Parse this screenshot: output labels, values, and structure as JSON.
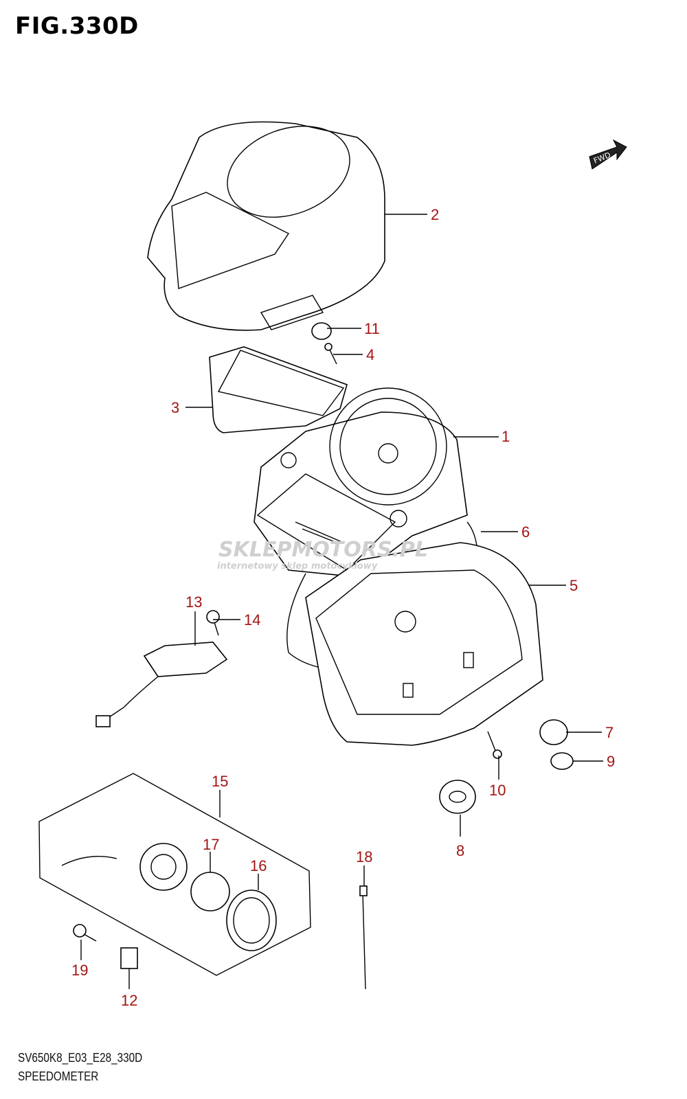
{
  "figure": {
    "title": "FIG.330D"
  },
  "footer": {
    "code": "SV650K8_E03_E28_330D",
    "name": "SPEEDOMETER"
  },
  "fwd_badge": "FWD",
  "watermark": {
    "main": "SKLEPMOTORS.PL",
    "sub": "internetowy sklep motocyklowy"
  },
  "callouts": [
    "1",
    "2",
    "3",
    "4",
    "5",
    "6",
    "7",
    "8",
    "9",
    "10",
    "11",
    "12",
    "13",
    "14",
    "15",
    "16",
    "17",
    "18",
    "19"
  ],
  "colors": {
    "callout": "#a31414",
    "line": "#000000"
  }
}
